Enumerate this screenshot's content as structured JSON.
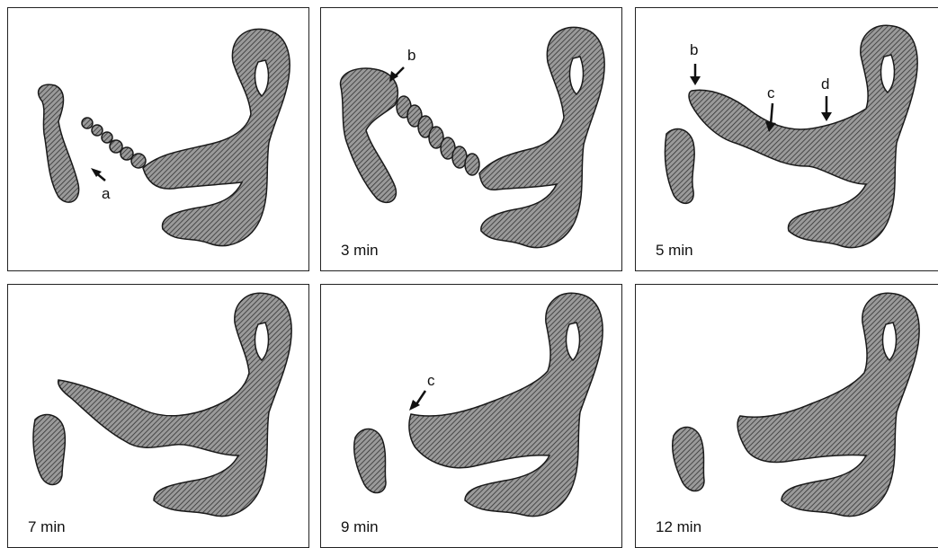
{
  "panels": [
    {
      "time": "",
      "labels": [
        "a"
      ]
    },
    {
      "time": "3 min",
      "labels": [
        "b"
      ]
    },
    {
      "time": "5 min",
      "labels": [
        "b",
        "c",
        "d"
      ]
    },
    {
      "time": "7 min",
      "labels": []
    },
    {
      "time": "9 min",
      "labels": [
        "c"
      ]
    },
    {
      "time": "12 min",
      "labels": []
    }
  ],
  "colors": {
    "ink": "#1a1a1a",
    "hatch_fill": "#8a8a8a",
    "background": "#ffffff"
  }
}
